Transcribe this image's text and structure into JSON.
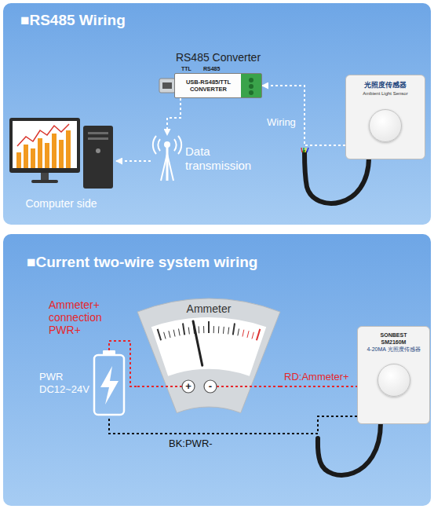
{
  "diagram": {
    "nodes": [
      {
        "text": [
          "■RS485 Wiring"
        ]
      },
      {
        "text": [
          "RS485 Converter",
          "USB-RS485/TTL CONVERTER"
        ],
        "in": 0
      },
      {
        "text": [
          "光照度传感器",
          "Ambient Light Sensor"
        ],
        "in": 0
      },
      {
        "text": [
          "Data transmission"
        ],
        "in": 0
      },
      {
        "text": [
          "Computer side"
        ],
        "in": 0
      },
      {
        "text": [
          "■Current two-wire system wiring"
        ]
      },
      {
        "text": [
          "PWR DC12~24V"
        ],
        "in": 5
      },
      {
        "text": [
          "Ammeter",
          "+",
          "-"
        ],
        "in": 5
      },
      {
        "text": [
          "SONBEST",
          "SM2160M",
          "4-20MA 光照度传感器"
        ],
        "in": 5
      }
    ],
    "edges": [
      {
        "from": 2,
        "to": 1,
        "label": "Wiring",
        "arrow": "to"
      },
      {
        "from": 1,
        "to": 3,
        "arrow": "to"
      },
      {
        "from": 3,
        "to": 4,
        "arrow": "to"
      },
      {
        "from": 6,
        "to": 7,
        "label": "Ammeter+ connection PWR+",
        "arrow": "none"
      },
      {
        "from": 7,
        "to": 8,
        "label": "RD:Ammeter+",
        "arrow": "none"
      },
      {
        "from": 8,
        "to": 6,
        "label": "BK:PWR-",
        "arrow": "none"
      }
    ],
    "labels": [
      "TTL",
      "RS485"
    ]
  }
}
